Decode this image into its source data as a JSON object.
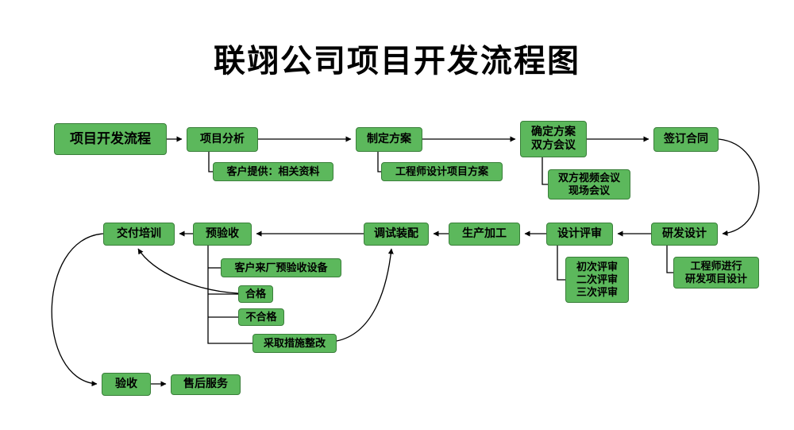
{
  "title": "联翊公司项目开发流程图",
  "colors": {
    "node_fill": "#5CB85C",
    "node_border": "#3A7F3A",
    "line": "#000000"
  },
  "nodes": {
    "start": {
      "label": "项目开发流程"
    },
    "analysis": {
      "label": "项目分析"
    },
    "plan": {
      "label": "制定方案"
    },
    "confirm": {
      "label": "确定方案\n双方会议"
    },
    "contract": {
      "label": "签订合同"
    },
    "analysis_note": {
      "label": "客户提供：相关资料"
    },
    "plan_note": {
      "label": "工程师设计项目方案"
    },
    "confirm_note": {
      "label": "双方视频会议\n现场会议"
    },
    "delivery": {
      "label": "交付培训"
    },
    "preacceptance": {
      "label": "预验收"
    },
    "debugging": {
      "label": "调试装配"
    },
    "production": {
      "label": "生产加工"
    },
    "design_review": {
      "label": "设计评审"
    },
    "rnd_design": {
      "label": "研发设计"
    },
    "preacceptance_note": {
      "label": "客户来厂预验收设备"
    },
    "qualified": {
      "label": "合格"
    },
    "unqualified": {
      "label": "不合格"
    },
    "rectify": {
      "label": "采取措施整改"
    },
    "review_note": {
      "label": "初次评审\n二次评审\n三次评审"
    },
    "rnd_note": {
      "label": "工程师进行\n研发项目设计"
    },
    "acceptance": {
      "label": "验收"
    },
    "aftersales": {
      "label": "售后服务"
    }
  }
}
